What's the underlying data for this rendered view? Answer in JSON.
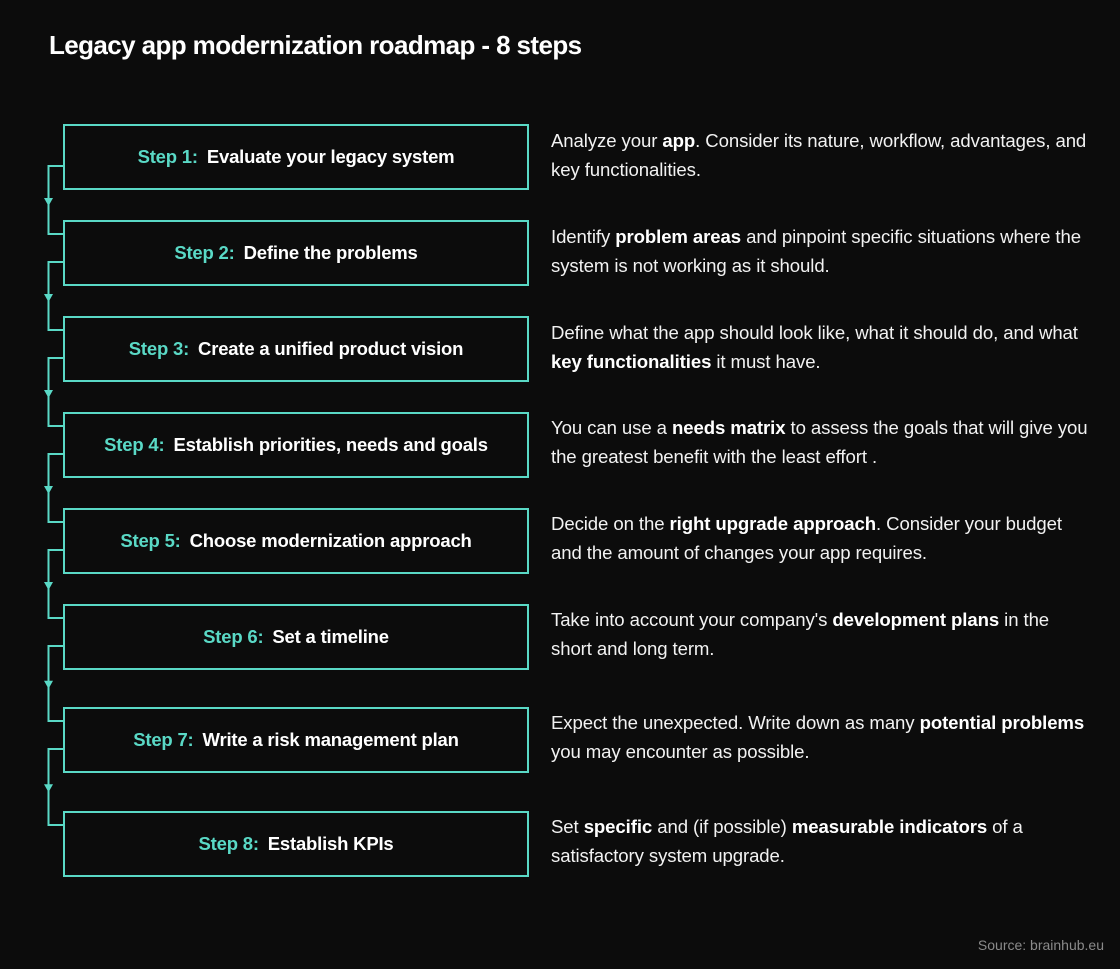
{
  "title": "Legacy app modernization roadmap - 8 steps",
  "colors": {
    "background": "#0c0c0c",
    "accent": "#5ad9c6",
    "text": "#ffffff",
    "source_text": "#8a8a8a"
  },
  "steps": [
    {
      "number": "Step 1:",
      "label": "Evaluate your legacy system",
      "description": [
        {
          "t": "Analyze your "
        },
        {
          "t": "app",
          "b": true
        },
        {
          "t": ". Consider its nature, workflow, advantages, and key functionalities."
        }
      ]
    },
    {
      "number": "Step 2:",
      "label": "Define the problems",
      "description": [
        {
          "t": "Identify "
        },
        {
          "t": "problem areas",
          "b": true
        },
        {
          "t": " and pinpoint specific situations where the system is not working as it should."
        }
      ]
    },
    {
      "number": "Step 3:",
      "label": "Create a unified product vision",
      "description": [
        {
          "t": "Define what the app should look like, what it should do, and what "
        },
        {
          "t": "key functionalities",
          "b": true
        },
        {
          "t": " it must have."
        }
      ]
    },
    {
      "number": "Step 4:",
      "label": "Establish priorities, needs and goals",
      "description": [
        {
          "t": "You can use a "
        },
        {
          "t": "needs matrix",
          "b": true
        },
        {
          "t": " to assess the goals that will give you the greatest benefit with the least effort ."
        }
      ]
    },
    {
      "number": "Step 5:",
      "label": "Choose modernization approach",
      "description": [
        {
          "t": "Decide on the "
        },
        {
          "t": "right upgrade approach",
          "b": true
        },
        {
          "t": ". Consider your budget and the amount of changes your app requires."
        }
      ]
    },
    {
      "number": "Step 6:",
      "label": "Set a timeline",
      "description": [
        {
          "t": "Take into account your company's "
        },
        {
          "t": "development plans",
          "b": true
        },
        {
          "t": " in the short and long term."
        }
      ]
    },
    {
      "number": "Step 7:",
      "label": "Write a risk management plan",
      "description": [
        {
          "t": "Expect the unexpected. Write down as many "
        },
        {
          "t": "potential problems",
          "b": true
        },
        {
          "t": " you may encounter as possible."
        }
      ]
    },
    {
      "number": "Step 8:",
      "label": "Establish KPIs",
      "description": [
        {
          "t": "Set "
        },
        {
          "t": "specific",
          "b": true
        },
        {
          "t": " and (if possible) "
        },
        {
          "t": "measurable indicators",
          "b": true
        },
        {
          "t": " of a satisfactory system upgrade."
        }
      ]
    }
  ],
  "source": "Source: brainhub.eu"
}
